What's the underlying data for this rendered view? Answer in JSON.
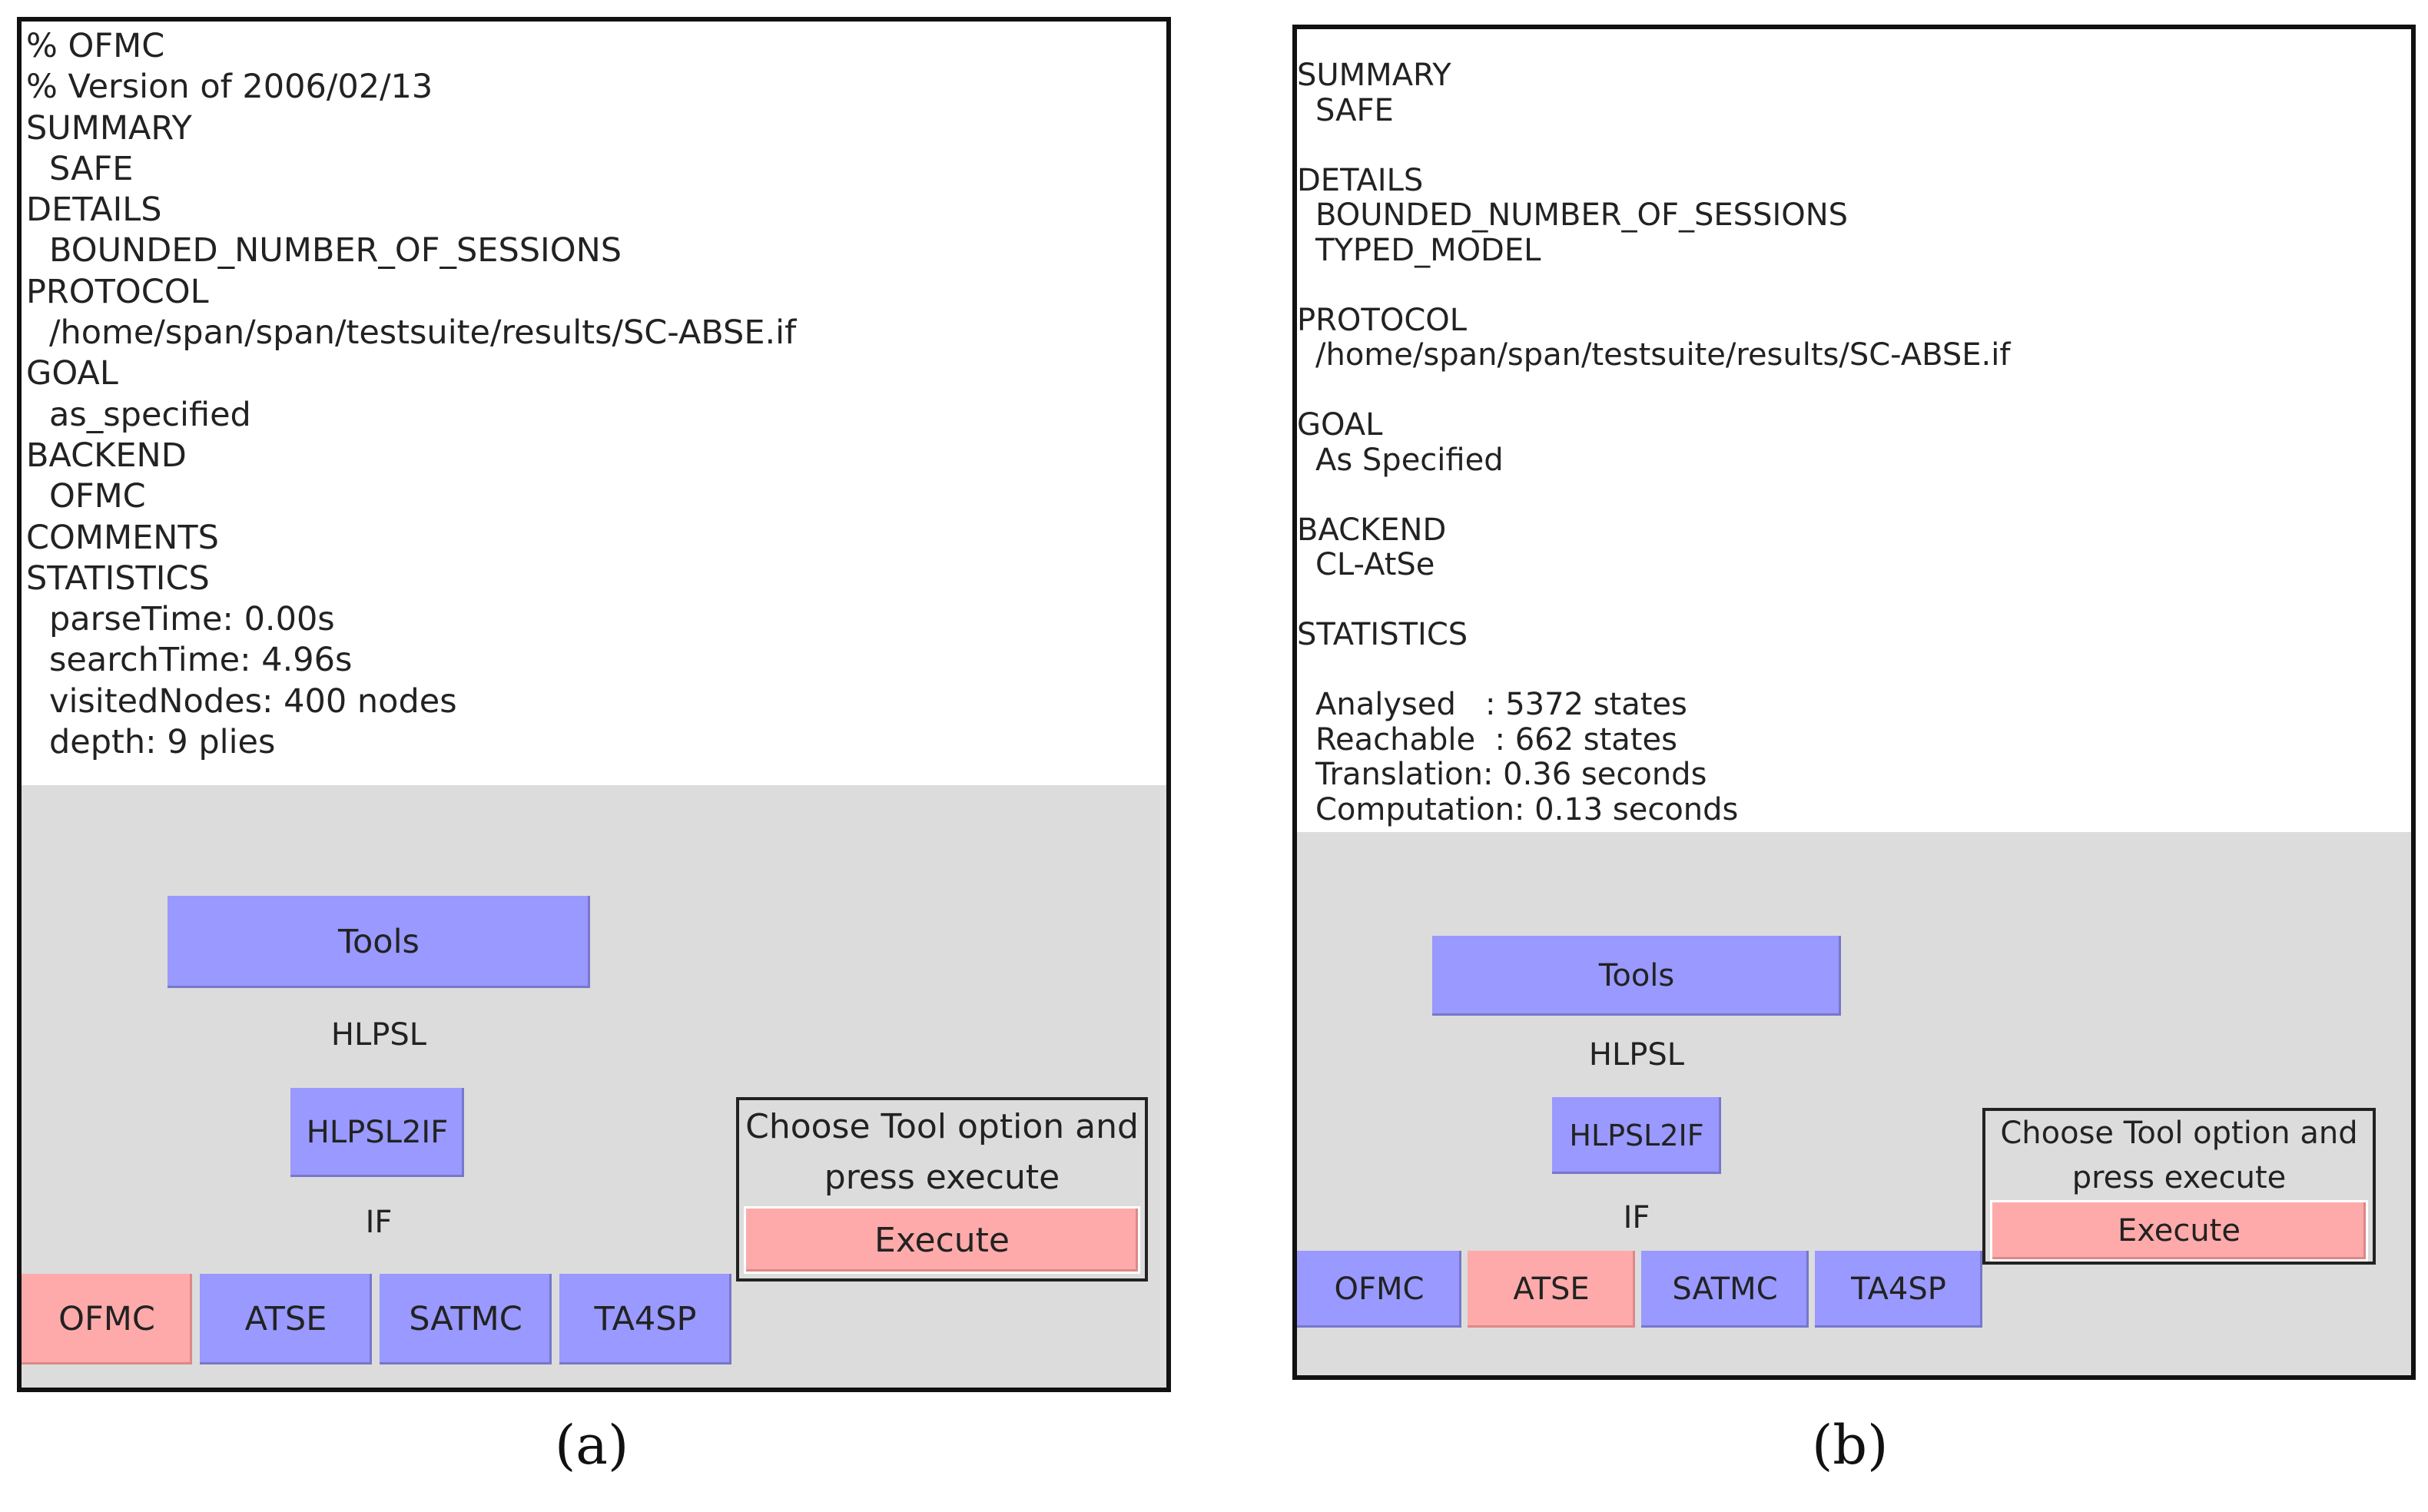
{
  "panel_a": {
    "output_lines": [
      {
        "text": "% OFMC",
        "indent": false
      },
      {
        "text": "% Version of 2006/02/13",
        "indent": false
      },
      {
        "text": "SUMMARY",
        "indent": false
      },
      {
        "text": "SAFE",
        "indent": true
      },
      {
        "text": "DETAILS",
        "indent": false
      },
      {
        "text": "BOUNDED_NUMBER_OF_SESSIONS",
        "indent": true
      },
      {
        "text": "PROTOCOL",
        "indent": false
      },
      {
        "text": "/home/span/span/testsuite/results/SC-ABSE.if",
        "indent": true
      },
      {
        "text": "GOAL",
        "indent": false
      },
      {
        "text": "as_specified",
        "indent": true
      },
      {
        "text": "BACKEND",
        "indent": false
      },
      {
        "text": "OFMC",
        "indent": true
      },
      {
        "text": "COMMENTS",
        "indent": false
      },
      {
        "text": "STATISTICS",
        "indent": false
      },
      {
        "text": "parseTime: 0.00s",
        "indent": true
      },
      {
        "text": "searchTime: 4.96s",
        "indent": true
      },
      {
        "text": "visitedNodes: 400 nodes",
        "indent": true
      },
      {
        "text": "depth: 9 plies",
        "indent": true
      }
    ],
    "tools_label": "Tools",
    "hlpsl_label": "HLPSL",
    "hlpsl2if_label": "HLPSL2IF",
    "if_label": "IF",
    "backends": [
      {
        "label": "OFMC",
        "selected": true
      },
      {
        "label": "ATSE",
        "selected": false
      },
      {
        "label": "SATMC",
        "selected": false
      },
      {
        "label": "TA4SP",
        "selected": false
      }
    ],
    "option_text_1": "Choose Tool option and",
    "option_text_2": "press execute",
    "execute_label": "Execute",
    "caption": "(a)"
  },
  "panel_b": {
    "output_lines": [
      {
        "text": "SUMMARY",
        "indent": false
      },
      {
        "text": "SAFE",
        "indent": true
      },
      {
        "text": "",
        "indent": false
      },
      {
        "text": "DETAILS",
        "indent": false
      },
      {
        "text": "BOUNDED_NUMBER_OF_SESSIONS",
        "indent": true
      },
      {
        "text": "TYPED_MODEL",
        "indent": true
      },
      {
        "text": "",
        "indent": false
      },
      {
        "text": "PROTOCOL",
        "indent": false
      },
      {
        "text": "/home/span/span/testsuite/results/SC-ABSE.if",
        "indent": true
      },
      {
        "text": "",
        "indent": false
      },
      {
        "text": "GOAL",
        "indent": false
      },
      {
        "text": "As Specified",
        "indent": true
      },
      {
        "text": "",
        "indent": false
      },
      {
        "text": "BACKEND",
        "indent": false
      },
      {
        "text": "CL-AtSe",
        "indent": true
      },
      {
        "text": "",
        "indent": false
      },
      {
        "text": "STATISTICS",
        "indent": false
      },
      {
        "text": "",
        "indent": false
      },
      {
        "text": "Analysed   : 5372 states",
        "indent": true
      },
      {
        "text": "Reachable  : 662 states",
        "indent": true
      },
      {
        "text": "Translation: 0.36 seconds",
        "indent": true
      },
      {
        "text": "Computation: 0.13 seconds",
        "indent": true
      }
    ],
    "tools_label": "Tools",
    "hlpsl_label": "HLPSL",
    "hlpsl2if_label": "HLPSL2IF",
    "if_label": "IF",
    "backends": [
      {
        "label": "OFMC",
        "selected": false
      },
      {
        "label": "ATSE",
        "selected": true
      },
      {
        "label": "SATMC",
        "selected": false
      },
      {
        "label": "TA4SP",
        "selected": false
      }
    ],
    "option_text_1": "Choose Tool option and",
    "option_text_2": "press execute",
    "execute_label": "Execute",
    "caption": "(b)"
  },
  "colors": {
    "button_blue": "#9999ff",
    "button_selected_pink": "#ffaaaa",
    "panel_gray": "#dcdcdc"
  }
}
